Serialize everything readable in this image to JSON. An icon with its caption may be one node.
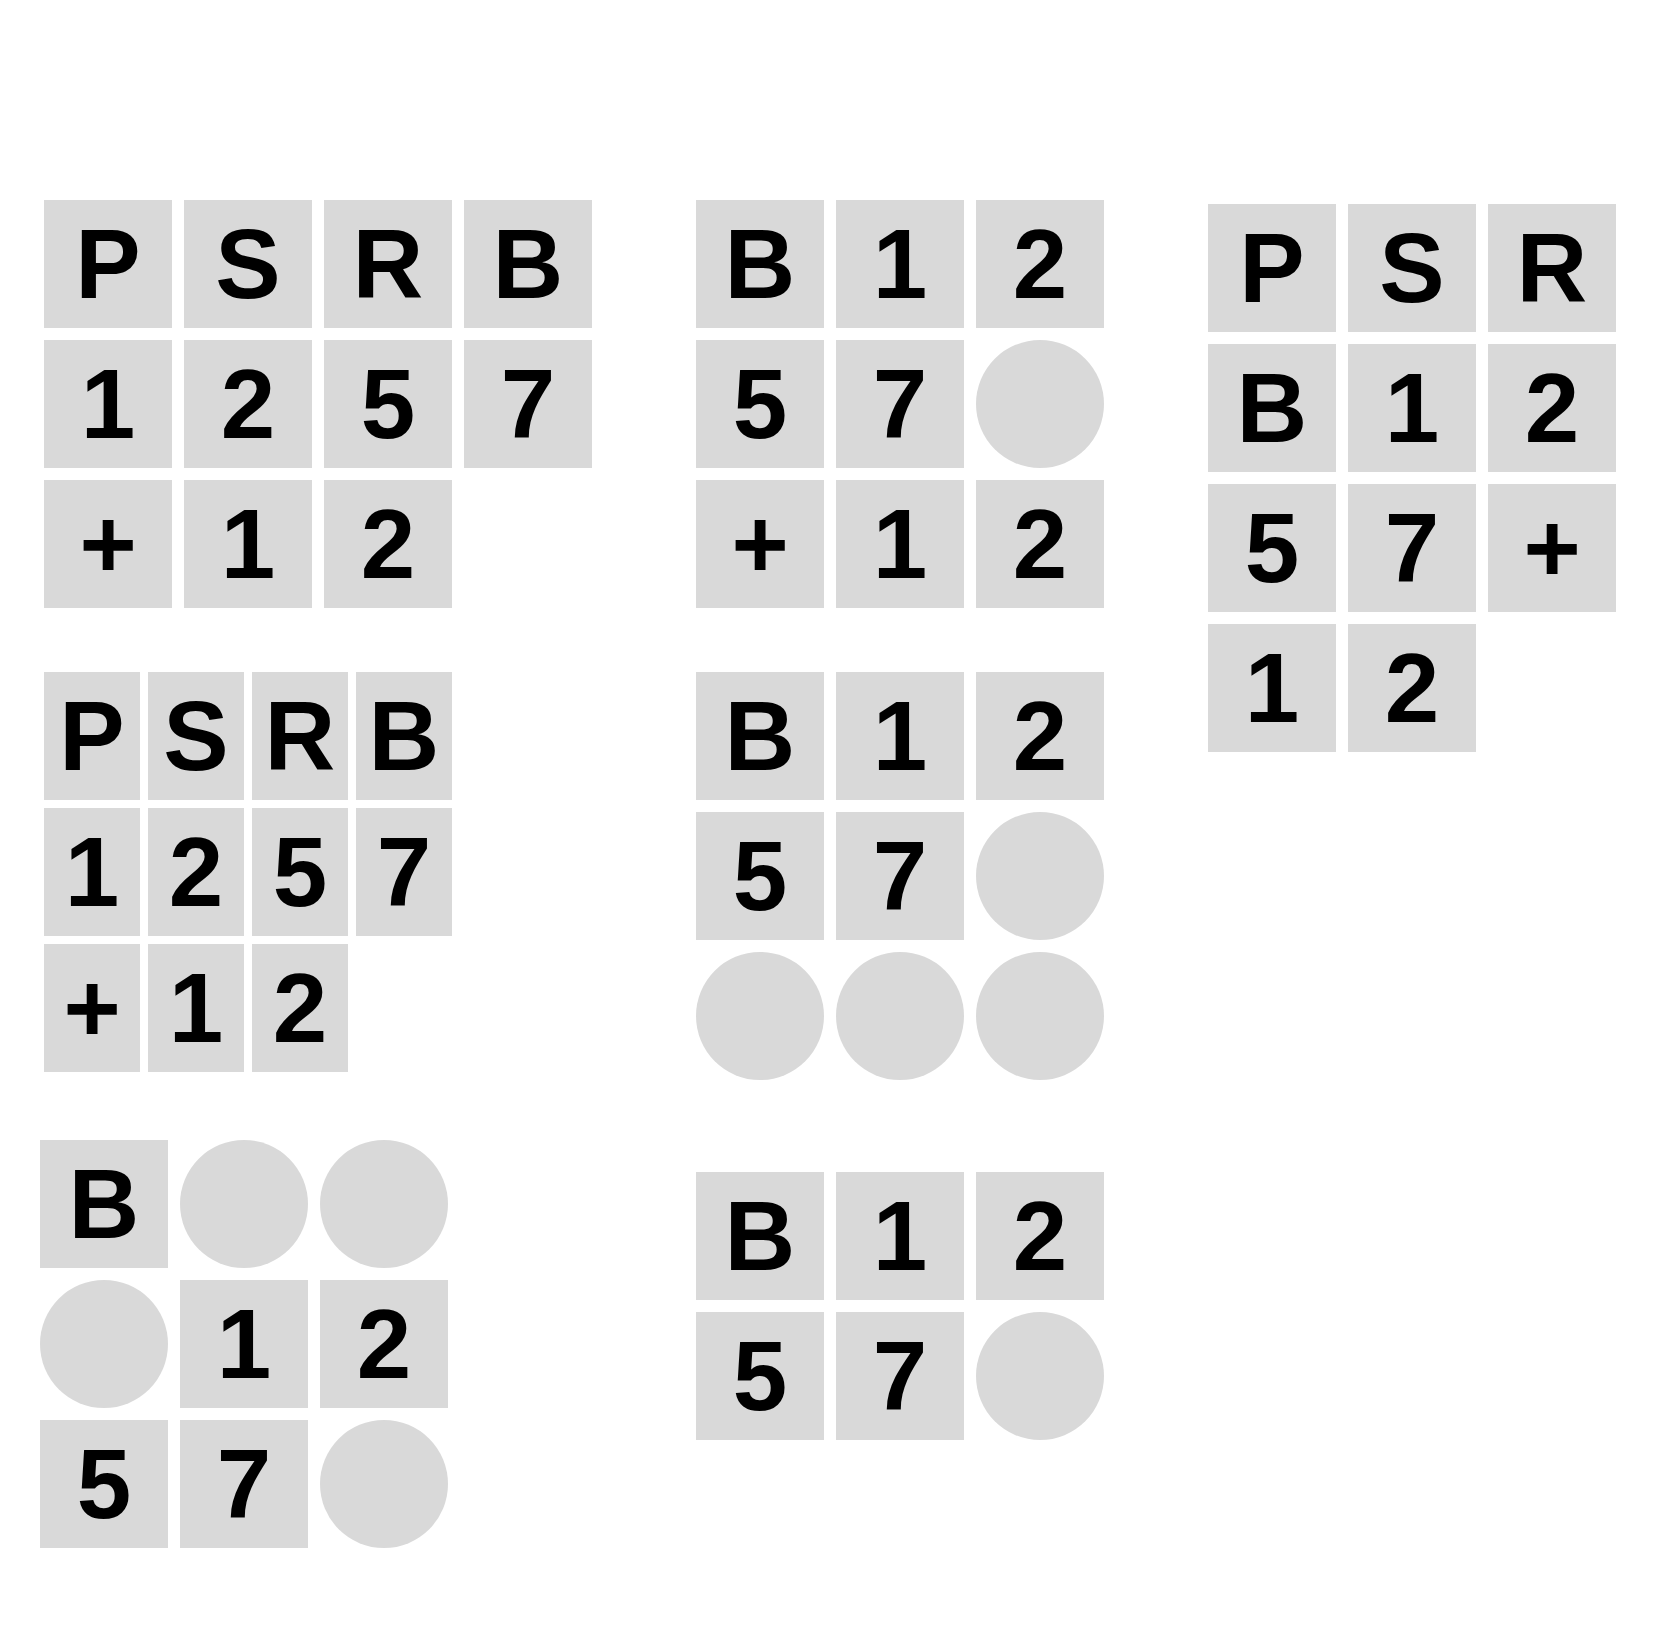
{
  "diagram": {
    "nodes": [
      {
        "text": [
          "P"
        ]
      },
      {
        "text": [
          "S"
        ]
      },
      {
        "text": [
          "R"
        ]
      },
      {
        "text": [
          "B"
        ]
      },
      {
        "text": [
          "1"
        ]
      },
      {
        "text": [
          "2"
        ]
      },
      {
        "text": [
          "5"
        ]
      },
      {
        "text": [
          "7"
        ]
      },
      {
        "text": [
          "+"
        ]
      },
      {
        "text": [
          "1"
        ]
      },
      {
        "text": [
          "2"
        ]
      },
      {
        "text": [
          "B"
        ]
      },
      {
        "text": [
          "1"
        ]
      },
      {
        "text": [
          "2"
        ]
      },
      {
        "text": [
          "5"
        ]
      },
      {
        "text": [
          "7"
        ]
      },
      {
        "text": [],
        "shape": "circle"
      },
      {
        "text": [
          "+"
        ]
      },
      {
        "text": [
          "1"
        ]
      },
      {
        "text": [
          "2"
        ]
      },
      {
        "text": [
          "P"
        ]
      },
      {
        "text": [
          "S"
        ]
      },
      {
        "text": [
          "R"
        ]
      },
      {
        "text": [
          "B"
        ]
      },
      {
        "text": [
          "1"
        ]
      },
      {
        "text": [
          "2"
        ]
      },
      {
        "text": [
          "5"
        ]
      },
      {
        "text": [
          "7"
        ]
      },
      {
        "text": [
          "+"
        ]
      },
      {
        "text": [
          "1"
        ]
      },
      {
        "text": [
          "2"
        ]
      },
      {
        "text": [
          "P"
        ]
      },
      {
        "text": [
          "S"
        ]
      },
      {
        "text": [
          "R"
        ]
      },
      {
        "text": [
          "B"
        ]
      },
      {
        "text": [
          "1"
        ]
      },
      {
        "text": [
          "2"
        ]
      },
      {
        "text": [
          "5"
        ]
      },
      {
        "text": [
          "7"
        ]
      },
      {
        "text": [
          "+"
        ]
      },
      {
        "text": [
          "1"
        ]
      },
      {
        "text": [
          "2"
        ]
      },
      {
        "text": [
          "B"
        ]
      },
      {
        "text": [
          "1"
        ]
      },
      {
        "text": [
          "2"
        ]
      },
      {
        "text": [
          "5"
        ]
      },
      {
        "text": [
          "7"
        ]
      },
      {
        "text": [],
        "shape": "circle"
      },
      {
        "text": [],
        "shape": "circle"
      },
      {
        "text": [],
        "shape": "circle"
      },
      {
        "text": [],
        "shape": "circle"
      },
      {
        "text": [
          "B"
        ]
      },
      {
        "text": [],
        "shape": "circle"
      },
      {
        "text": [],
        "shape": "circle"
      },
      {
        "text": [],
        "shape": "circle"
      },
      {
        "text": [
          "1"
        ]
      },
      {
        "text": [
          "2"
        ]
      },
      {
        "text": [
          "5"
        ]
      },
      {
        "text": [
          "7"
        ]
      },
      {
        "text": [],
        "shape": "circle"
      },
      {
        "text": [
          "B"
        ]
      },
      {
        "text": [
          "1"
        ]
      },
      {
        "text": [
          "2"
        ]
      },
      {
        "text": [
          "5"
        ]
      },
      {
        "text": [
          "7"
        ]
      },
      {
        "text": [],
        "shape": "circle"
      }
    ]
  }
}
